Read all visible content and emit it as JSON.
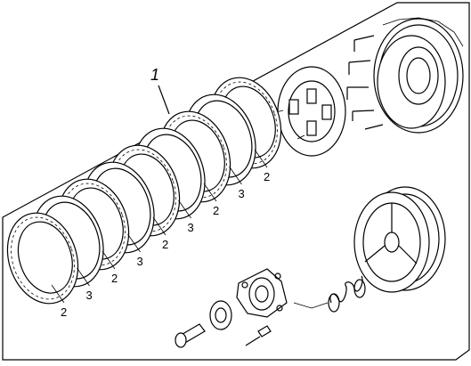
{
  "callouts": {
    "assembly": "1",
    "friction_plate": "2",
    "steel_plate": "3"
  },
  "plate_sequence": [
    "2",
    "3",
    "2",
    "3",
    "2",
    "3",
    "2",
    "3",
    "2"
  ]
}
